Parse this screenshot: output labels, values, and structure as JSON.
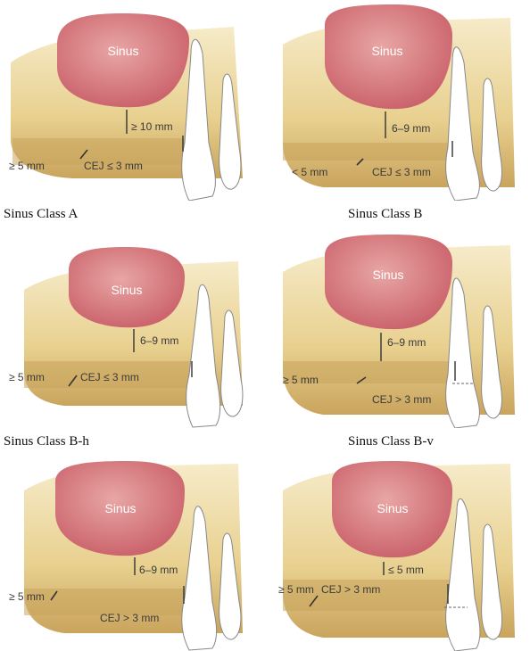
{
  "colors": {
    "sinus_fill": "#d77b7f",
    "bone_light": "#f2e3b2",
    "bone_dark": "#c9a45d",
    "tooth": "#ffffff",
    "text": "#3a3a3a"
  },
  "panels": [
    {
      "sinus": "Sinus",
      "height": "≥ 10 mm",
      "width": "≥ 5 mm",
      "cej": "CEJ ≤ 3 mm",
      "caption": "Sinus Class A"
    },
    {
      "sinus": "Sinus",
      "height": "6–9 mm",
      "width": "< 5 mm",
      "cej": "CEJ ≤ 3 mm",
      "caption": "Sinus Class B"
    },
    {
      "sinus": "Sinus",
      "height": "6–9 mm",
      "width": "≥ 5 mm",
      "cej": "CEJ ≤ 3 mm",
      "caption": "Sinus Class B-h"
    },
    {
      "sinus": "Sinus",
      "height": "6–9 mm",
      "width": "≥ 5 mm",
      "cej": "CEJ > 3 mm",
      "caption": "Sinus Class B-v"
    },
    {
      "sinus": "Sinus",
      "height": "6–9 mm",
      "width": "≥ 5 mm",
      "cej": "CEJ > 3 mm",
      "caption": ""
    },
    {
      "sinus": "Sinus",
      "height": "≤ 5 mm",
      "width": "≥ 5 mm",
      "cej": "CEJ > 3 mm",
      "caption": ""
    }
  ]
}
